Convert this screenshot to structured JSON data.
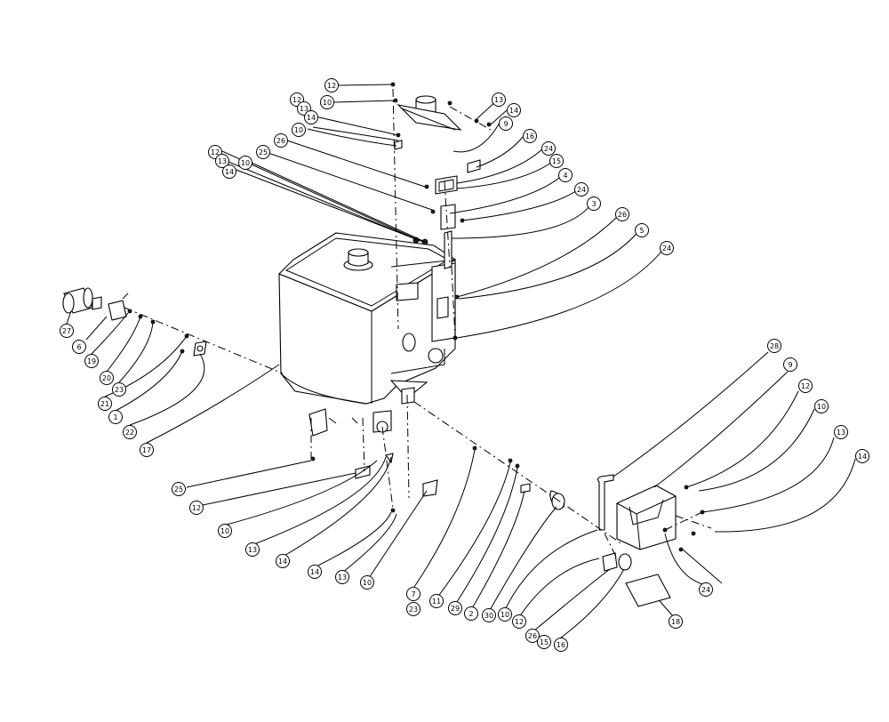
{
  "diagram": {
    "callouts": [
      {
        "label": "12"
      },
      {
        "label": "10"
      },
      {
        "label": "12"
      },
      {
        "label": "13"
      },
      {
        "label": "14"
      },
      {
        "label": "10"
      },
      {
        "label": "26"
      },
      {
        "label": "25"
      },
      {
        "label": "12"
      },
      {
        "label": "13"
      },
      {
        "label": "14"
      },
      {
        "label": "10"
      },
      {
        "label": "13"
      },
      {
        "label": "14"
      },
      {
        "label": "9"
      },
      {
        "label": "16"
      },
      {
        "label": "24"
      },
      {
        "label": "15"
      },
      {
        "label": "4"
      },
      {
        "label": "24"
      },
      {
        "label": "3"
      },
      {
        "label": "26"
      },
      {
        "label": "5"
      },
      {
        "label": "24"
      },
      {
        "label": "27"
      },
      {
        "label": "6"
      },
      {
        "label": "19"
      },
      {
        "label": "20"
      },
      {
        "label": "23"
      },
      {
        "label": "21"
      },
      {
        "label": "1"
      },
      {
        "label": "22"
      },
      {
        "label": "17"
      },
      {
        "label": "28"
      },
      {
        "label": "9"
      },
      {
        "label": "12"
      },
      {
        "label": "10"
      },
      {
        "label": "13"
      },
      {
        "label": "14"
      },
      {
        "label": "25"
      },
      {
        "label": "12"
      },
      {
        "label": "10"
      },
      {
        "label": "13"
      },
      {
        "label": "14"
      },
      {
        "label": "14"
      },
      {
        "label": "13"
      },
      {
        "label": "10"
      },
      {
        "label": "7"
      },
      {
        "label": "23"
      },
      {
        "label": "11"
      },
      {
        "label": "29"
      },
      {
        "label": "2"
      },
      {
        "label": "30"
      },
      {
        "label": "10"
      },
      {
        "label": "12"
      },
      {
        "label": "26"
      },
      {
        "label": "15"
      },
      {
        "label": "16"
      },
      {
        "label": "24"
      },
      {
        "label": "18"
      }
    ]
  }
}
